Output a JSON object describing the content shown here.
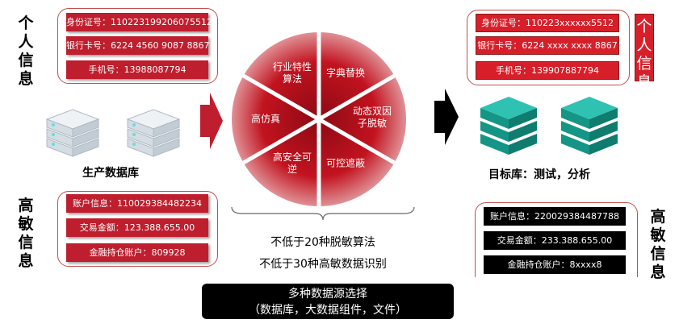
{
  "left": {
    "personal_label": "个人信息",
    "personal": [
      "身份证号：110223199206075512",
      "银行卡号：6224 4560 9087 8867",
      "手机号：13988087794"
    ],
    "db_label": "生产数据库",
    "sensitive_label": "高敏信息",
    "sensitive": [
      "账户信息：110029384482234",
      "交易金额：123.388.655.00",
      "金融持仓账户：809928"
    ]
  },
  "right": {
    "personal_label": "个人信息",
    "personal": [
      "身份证号：110223xxxxxx5512",
      "银行卡号：6224 xxxx xxxx 8867",
      "手机号：139907887794"
    ],
    "db_label": "目标库：测试，分析",
    "sensitive_label": "高敏信息",
    "sensitive": [
      "账户信息：220029384487788",
      "交易金额：233.388.655.00",
      "金融持仓账户：8xxxx8"
    ]
  },
  "wheel": [
    "字典替换",
    "行业特性算法",
    "高仿真",
    "高安全可逆",
    "可控遮蔽",
    "动态双因子脱敏"
  ],
  "center": {
    "line1": "不低于20种脱敏算法",
    "line2": "不低于30种高敏数据识别"
  },
  "source": {
    "line1": "多种数据源选择",
    "line2": "（数据库，大数据组件，文件）"
  },
  "colors": {
    "red": "#be1e2d",
    "teal": "#1aa89a",
    "black": "#000000"
  }
}
